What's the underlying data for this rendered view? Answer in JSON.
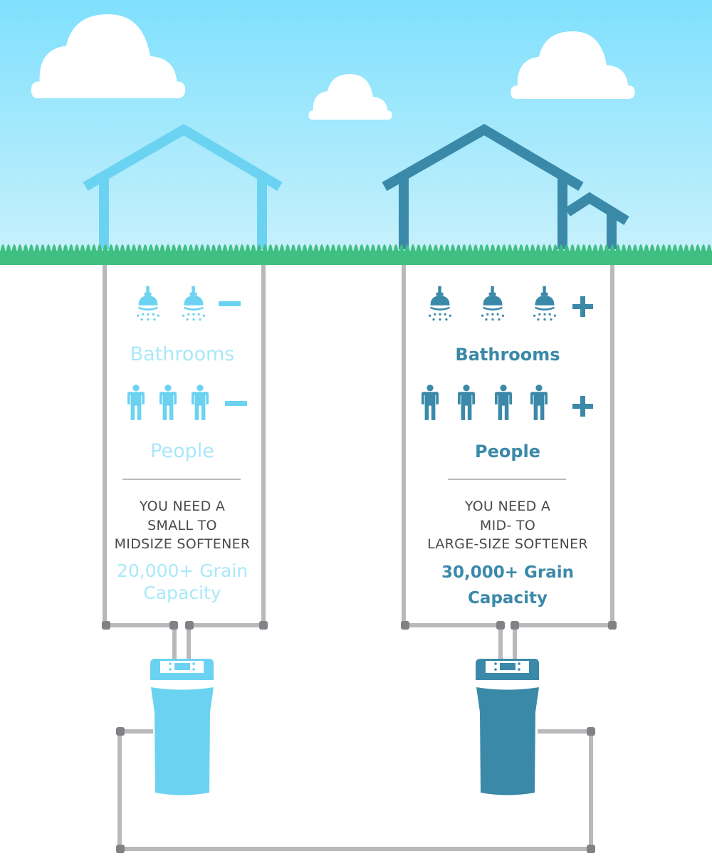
{
  "colors": {
    "light": "#6bd3f1",
    "light_text": "#a8e8f9",
    "dark": "#3b89a8",
    "grass": "#3fbf82",
    "pipe": "#b9b9bb",
    "elbow": "#808285"
  },
  "small_home": {
    "bathrooms_count": 2,
    "bathrooms_modifier": "minus",
    "bathrooms_label": "Bathrooms",
    "people_count": 3,
    "people_modifier": "minus",
    "people_label": "People",
    "need_lines": [
      "YOU NEED A",
      "SMALL TO",
      "MIDSIZE SOFTENER"
    ],
    "grain_lines": [
      "20,000+ Grain",
      "Capacity"
    ]
  },
  "large_home": {
    "bathrooms_count": 3,
    "bathrooms_modifier": "plus",
    "bathrooms_label": "Bathrooms",
    "people_count": 4,
    "people_modifier": "plus",
    "people_label": "People",
    "need_lines": [
      "YOU NEED A",
      "MID- TO",
      "LARGE-SIZE SOFTENER"
    ],
    "grain_lines": [
      "30,000+ Grain",
      "Capacity"
    ]
  }
}
